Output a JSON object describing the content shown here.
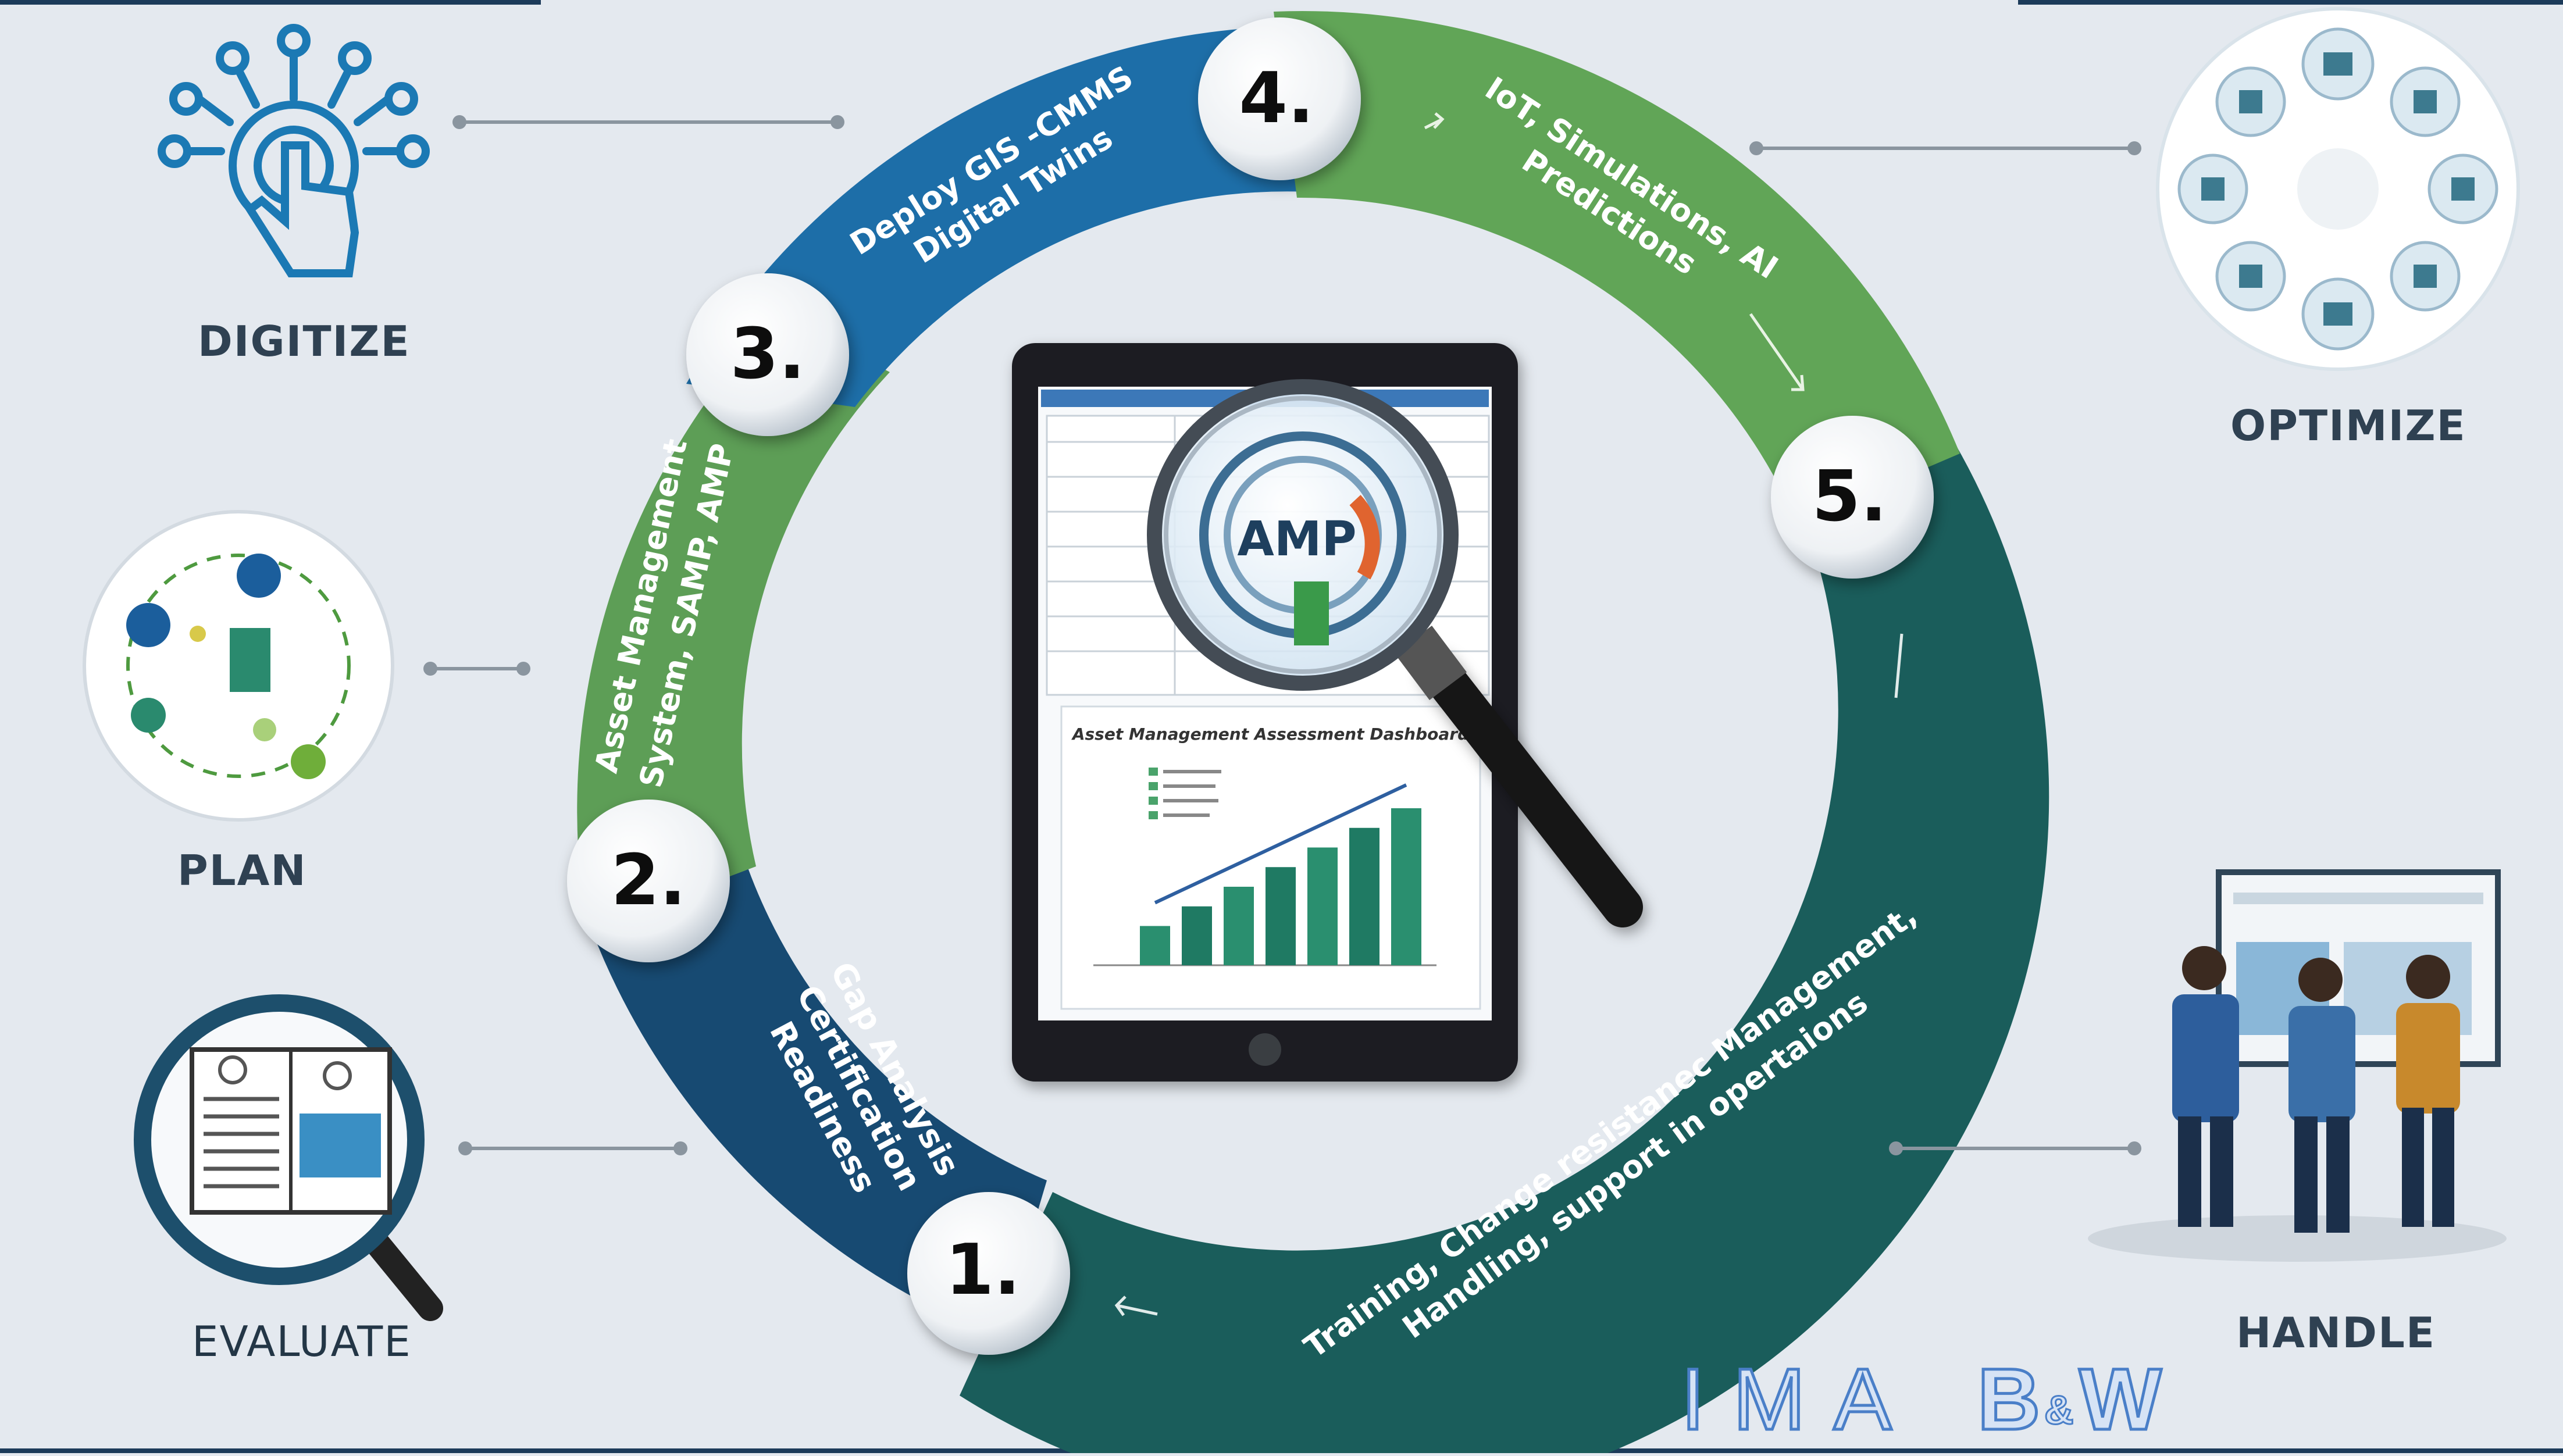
{
  "phases": {
    "digitize": "DIGITIZE",
    "plan": "PLAN",
    "evaluate": "EVALUATE",
    "optimize": "OPTIMIZE",
    "handle": "HANDLE"
  },
  "steps": [
    {
      "number": "1.",
      "text_lines": [
        "Gap Analysis",
        "Certification",
        "Readiness"
      ],
      "color": "#174a72"
    },
    {
      "number": "2.",
      "text_lines": [
        "Asset Management",
        "System, SAMP, AMP"
      ],
      "color": "#5d9e56"
    },
    {
      "number": "3.",
      "text_lines": [
        "Deploy GIS -CMMS",
        "Digital Twins"
      ],
      "color": "#1d6ea8"
    },
    {
      "number": "4.",
      "text_lines": [
        "IoT, Simulations, AI",
        "Predictions"
      ],
      "color": "#61a557"
    },
    {
      "number": "5.",
      "text_lines": [
        "Training, Change resistanec Management,",
        "Handling, support in opertaions"
      ],
      "color": "#1a5d5b"
    }
  ],
  "tablet": {
    "magnifier_text": "AMP",
    "chart_title": "Asset Management Assessment Dashboard",
    "bar_values": [
      2,
      3,
      4,
      5,
      6,
      7,
      8
    ]
  },
  "brand": {
    "left": "IMA",
    "right_b": "B",
    "right_amp": "&",
    "right_w": "W"
  },
  "colors": {
    "dark_blue": "#174a72",
    "green": "#5d9e56",
    "blue": "#1d6ea8",
    "teal": "#1a5d5b",
    "background": "#e4e9ef"
  }
}
